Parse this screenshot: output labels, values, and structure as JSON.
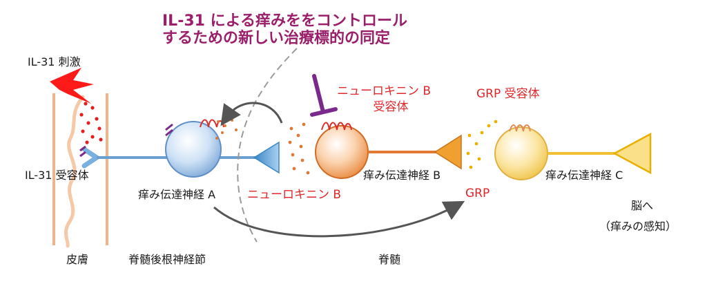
{
  "title": {
    "line1": "IL-31 による痒みををコントロール",
    "line2": "するための新しい治療標的の同定"
  },
  "labels": {
    "il31_stimulus": "IL-31 刺激",
    "il31_receptor": "IL-31 受容体",
    "neuron_a": "痒み伝達神経 A",
    "neuron_b": "痒み伝達神経 B",
    "neuron_c": "痒み伝達神経 C",
    "nk_b_receptor_line1": "ニューロキニン B",
    "nk_b_receptor_line2": "受容体",
    "nk_b": "ニューロキニン B",
    "grp_receptor": "GRP 受容体",
    "grp": "GRP",
    "to_brain": "脳へ",
    "itch_perception": "（痒みの感知）",
    "skin": "皮膚",
    "drg": "脊髄後根神経節",
    "spinal_cord": "脊髄"
  },
  "colors": {
    "title": "#9b1e6a",
    "red_text": "#e0262a",
    "neuron_a_fill": "#a9c9ec",
    "neuron_b_fill": "#f2a15f",
    "neuron_c_fill": "#f7d770",
    "inhibitor": "#7a2a8c"
  }
}
